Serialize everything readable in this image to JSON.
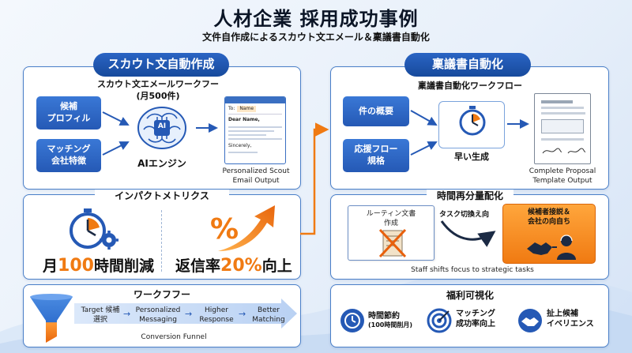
{
  "header": {
    "title": "人材企業 採用成功事例",
    "subtitle": "文件自作成によるスカウト文エメール＆稟議書自動化"
  },
  "scout": {
    "pill": "スカウト文自動作成",
    "workflow_title": "スカウト文エメールワークフー\n(月500件)",
    "input1": "候補\nプロフィル",
    "input2": "マッチング\n会社特徴",
    "engine_label": "AIエンジン",
    "engine_chip": "AI",
    "email": {
      "to_label": "To:",
      "to_value": "Name",
      "greeting": "Dear Name,",
      "closing": "Sincerely,"
    },
    "output_caption": "Personalized Scout\nEmail Output"
  },
  "proposal": {
    "pill": "稟議書自動化",
    "workflow_title": "稟議書自動化ワークフロー",
    "input1": "件の概要",
    "input2": "応援フロー\n規格",
    "engine_label": "早い生成",
    "output_caption": "Complete Proposal\nTemplate Output"
  },
  "impact": {
    "title": "インパクトメトリクス",
    "metric1": {
      "prefix": "月",
      "value": "100",
      "suffix": "時間削減"
    },
    "metric2": {
      "prefix": "返信率",
      "value": "20%",
      "suffix": "向上"
    },
    "percent_symbol": "%"
  },
  "realloc": {
    "title": "時間再分量配化",
    "routine": "ルーティン文書\n作成",
    "switch_label": "タスク切換え向",
    "target": "候補者接説＆\n会社の向自ち",
    "caption": "Staff shifts focus to strategic tasks"
  },
  "funnel": {
    "title": "ワークフフー",
    "steps": [
      "Target 候補\n選択",
      "Personalized\nMessaging",
      "Higher\nResponse",
      "Better\nMatching"
    ],
    "caption": "Conversion Funnel"
  },
  "welfare": {
    "title": "福利可視化",
    "items": [
      {
        "label": "時間節約",
        "sub": "(100時間削月)"
      },
      {
        "label": "マッチング\n成功率向上",
        "sub": ""
      },
      {
        "label": "扯上候補\nイベリエンス",
        "sub": ""
      }
    ]
  },
  "colors": {
    "primary": "#2559b5",
    "accent": "#f07a12",
    "border": "#4a7fc8"
  }
}
